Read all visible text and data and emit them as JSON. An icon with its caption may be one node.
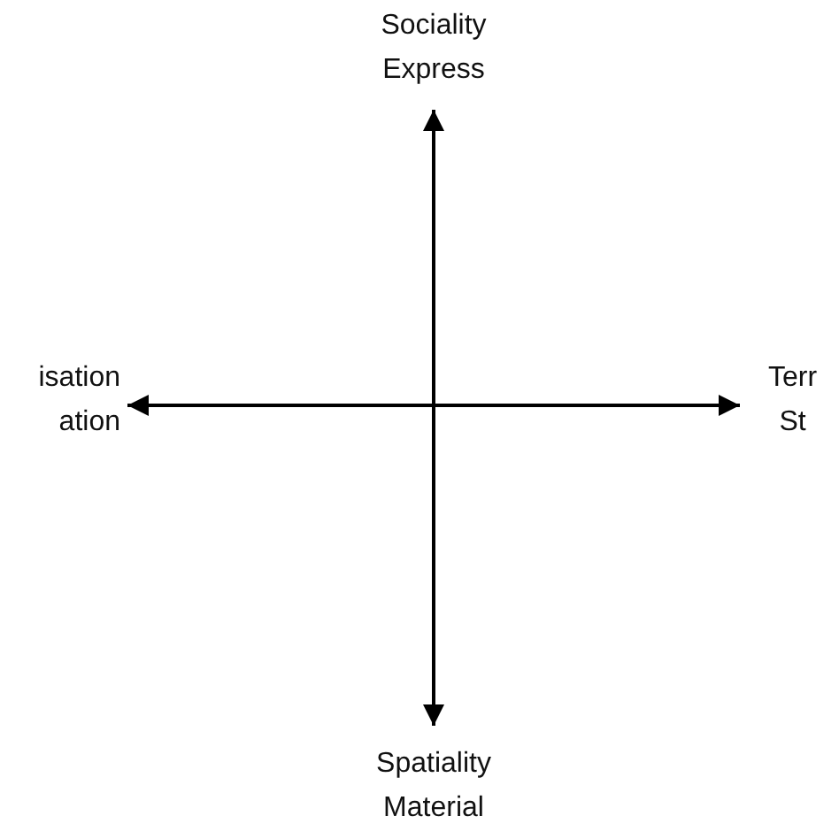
{
  "diagram": {
    "nodes": [
      {
        "text": [
          "Sociality Express"
        ]
      },
      {
        "text": [
          "isation ation"
        ]
      },
      {
        "text": [
          "Terr St"
        ]
      },
      {
        "text": [
          "Spatiality Material"
        ]
      }
    ],
    "edges": [
      {
        "from": 0,
        "to": 3,
        "arrow": "both"
      },
      {
        "from": 1,
        "to": 2,
        "arrow": "both"
      }
    ]
  }
}
